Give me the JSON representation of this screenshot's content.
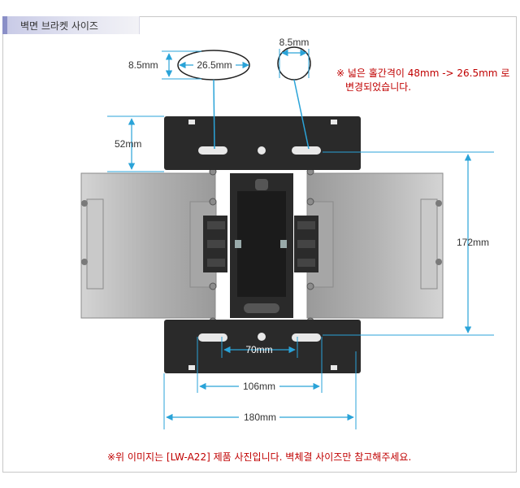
{
  "header": {
    "title": "벽면 브라켓 사이즈"
  },
  "notes": {
    "top_line1": "※ 넓은 홀간격이 48mm -> 26.5mm 로",
    "top_line2": "변경되었습니다.",
    "bottom": "※위 이미지는 [LW-A22] 제품 사진입니다. 벽체결 사이즈만 참고해주세요."
  },
  "dimensions": {
    "slot_height": "8.5mm",
    "slot_length": "26.5mm",
    "hole_diameter": "8.5mm",
    "plate_height": "52mm",
    "vertical_span": "172mm",
    "inner_span": "70mm",
    "middle_span": "106mm",
    "total_width": "180mm"
  },
  "colors": {
    "dimension_line": "#2aa3d8",
    "plate": "#2a2a2a",
    "silver": "#b8b8b8",
    "note": "#c00000"
  }
}
